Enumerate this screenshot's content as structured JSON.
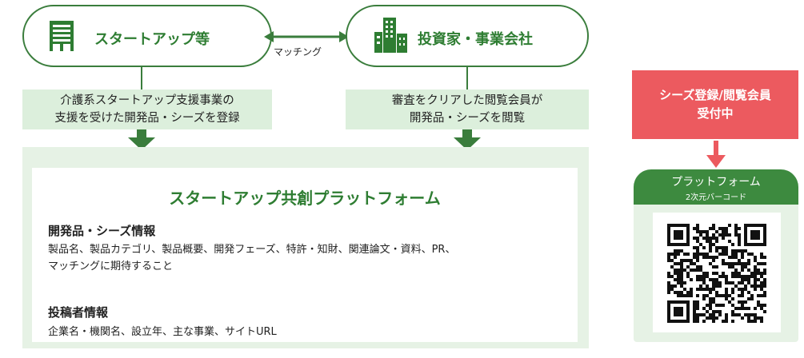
{
  "top_left": {
    "title": "スタートアップ等",
    "icon": "building-icon"
  },
  "top_right": {
    "title": "投資家・事業会社",
    "icon": "office-buildings-icon"
  },
  "matching_label": "マッチング",
  "desc_left": {
    "line1": "介護系スタートアップ支援事業の",
    "line2": "支援を受けた開発品・シーズを登録"
  },
  "desc_right": {
    "line1": "審査をクリアした閲覧会員が",
    "line2": "開発品・シーズを閲覧"
  },
  "platform": {
    "title": "スタートアップ共創プラットフォーム",
    "section1": {
      "title": "開発品・シーズ情報",
      "line1": "製品名、製品カテゴリ、製品概要、開発フェーズ、特許・知財、関連論文・資料、PR、",
      "line2": "マッチングに期待すること"
    },
    "section2": {
      "title": "投稿者情報",
      "body": "企業名・機関名、設立年、主な事業、サイトURL"
    }
  },
  "signup": {
    "line1": "シーズ登録/閲覧会員",
    "line2": "受付中"
  },
  "qr": {
    "title": "プラットフォーム",
    "subtitle": "2次元バーコード",
    "icon": "qr-code-icon"
  },
  "colors": {
    "green": "#3a7d3c",
    "dark_green": "#2e7d32",
    "light_green": "#dcefdc",
    "red": "#ec5a5f"
  }
}
